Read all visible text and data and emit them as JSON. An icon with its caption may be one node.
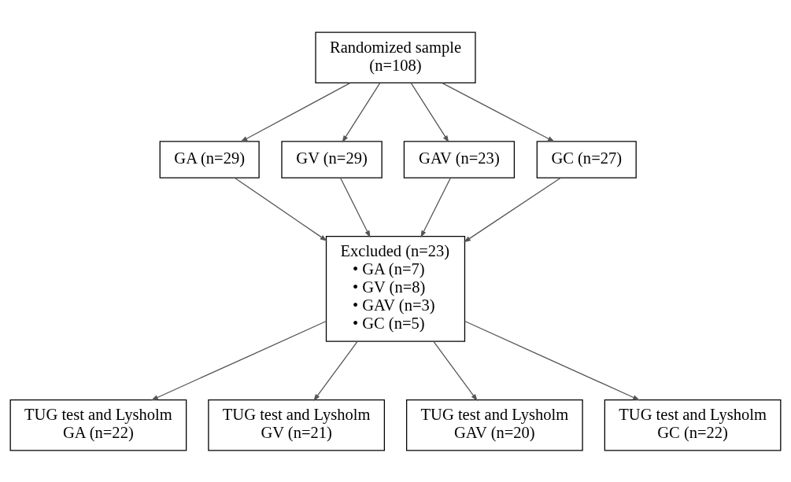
{
  "diagram": {
    "nodes": [
      {
        "text": [
          "Randomized sample (n=108)"
        ]
      },
      {
        "text": [
          "GA (n=29)"
        ]
      },
      {
        "text": [
          "GV (n=29)"
        ]
      },
      {
        "text": [
          "GAV (n=23)"
        ]
      },
      {
        "text": [
          "GC (n=27)"
        ]
      },
      {
        "text": [
          "Excluded (n=23)",
          "• GA (n=7)",
          "• GV (n=8)",
          "• GAV (n=3)",
          "• GC (n=5)"
        ]
      },
      {
        "text": [
          "TUG test and Lysholm GA (n=22)"
        ]
      },
      {
        "text": [
          "TUG test and Lysholm GV (n=21)"
        ]
      },
      {
        "text": [
          "TUG test and Lysholm GAV (n=20)"
        ]
      },
      {
        "text": [
          "TUG test and Lysholm GC (n=22)"
        ]
      }
    ],
    "edges": [
      {
        "from": 0,
        "to": 1,
        "arrow": "to"
      },
      {
        "from": 0,
        "to": 2,
        "arrow": "to"
      },
      {
        "from": 0,
        "to": 3,
        "arrow": "to"
      },
      {
        "from": 0,
        "to": 4,
        "arrow": "to"
      },
      {
        "from": 1,
        "to": 5,
        "arrow": "to"
      },
      {
        "from": 2,
        "to": 5,
        "arrow": "to"
      },
      {
        "from": 3,
        "to": 5,
        "arrow": "to"
      },
      {
        "from": 4,
        "to": 5,
        "arrow": "to"
      },
      {
        "from": 5,
        "to": 6,
        "arrow": "to"
      },
      {
        "from": 5,
        "to": 7,
        "arrow": "to"
      },
      {
        "from": 5,
        "to": 8,
        "arrow": "to"
      },
      {
        "from": 5,
        "to": 9,
        "arrow": "to"
      }
    ]
  }
}
